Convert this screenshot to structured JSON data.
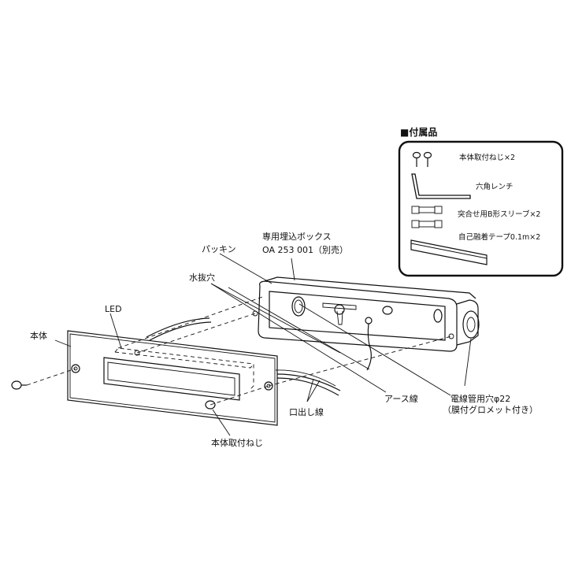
{
  "accessories": {
    "title": "■付属品",
    "items": [
      {
        "label": "本体取付ねじ×2",
        "icon": "screws-icon"
      },
      {
        "label": "六角レンチ",
        "icon": "hex-wrench-icon"
      },
      {
        "label": "突合せ用B形スリーブ×2",
        "icon": "butt-sleeve-icon"
      },
      {
        "label": "自己融着テープ0.1m×2",
        "icon": "tape-icon"
      }
    ]
  },
  "labels": {
    "gasket": "パッキン",
    "box_line1": "専用埋込ボックス",
    "box_line2": "OA 253 001（別売）",
    "drain_hole": "水抜穴",
    "led": "LED",
    "body": "本体",
    "earth_wire": "アース線",
    "conduit_line1": "電線管用穴φ22",
    "conduit_line2": "（膜付グロメット付き）",
    "lead_wire": "口出し線",
    "body_screw": "本体取付ねじ"
  }
}
